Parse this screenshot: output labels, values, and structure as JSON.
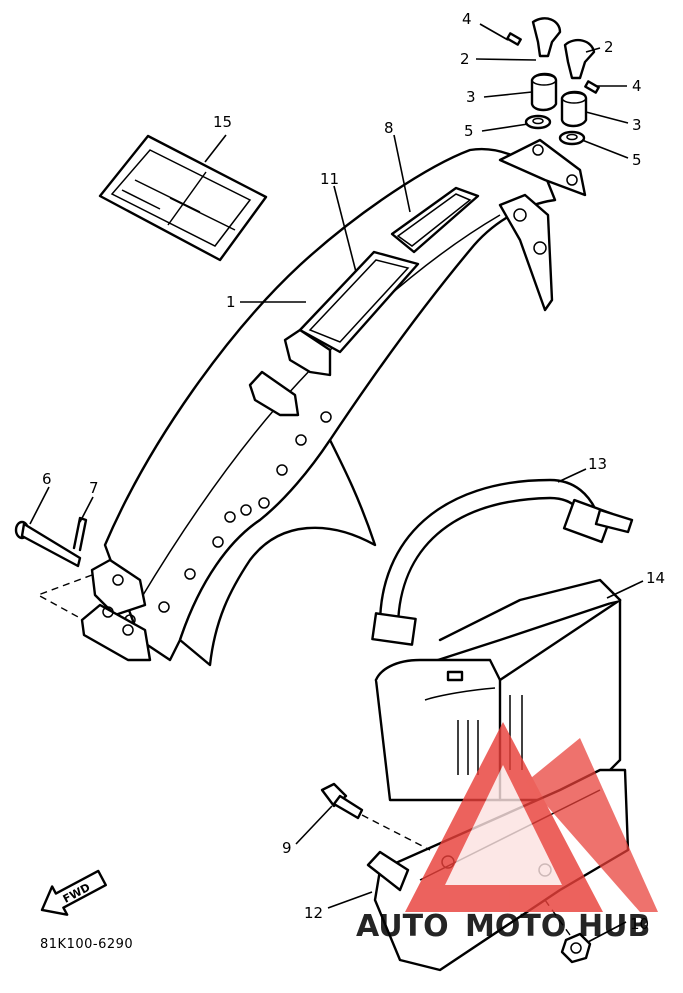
{
  "diagram": {
    "part_code": "81K100-6290",
    "direction_label": "FWD",
    "callouts": [
      "1",
      "2",
      "2",
      "3",
      "3",
      "4",
      "4",
      "5",
      "5",
      "6",
      "7",
      "8",
      "9",
      "10",
      "11",
      "12",
      "13",
      "14",
      "15"
    ]
  },
  "watermark": {
    "text_part1": "AUTO",
    "text_part2": "MOTO",
    "text_part3": "HUB",
    "color_red": "#e8403a",
    "color_orange": "#f5a623",
    "color_grey": "#8a8a8a"
  }
}
